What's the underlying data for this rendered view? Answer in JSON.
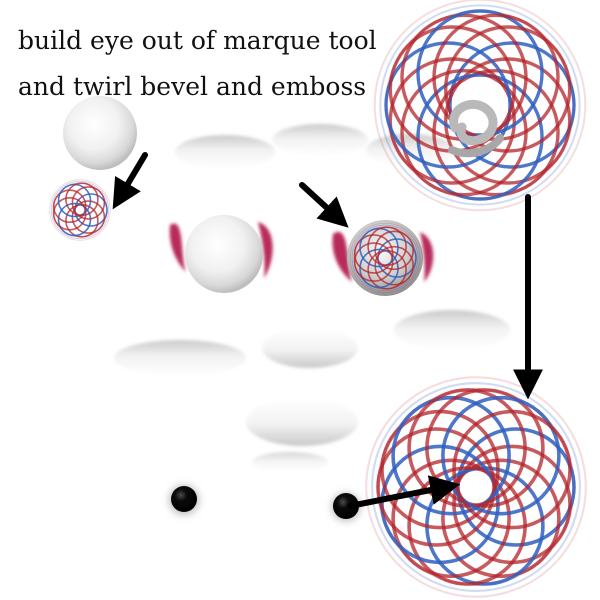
{
  "captions": {
    "line1": "build eye out of marque tool",
    "line2": "and twirl bevel and emboss"
  },
  "colors": {
    "background": "#ffffff",
    "twirl_red": "#b3232a",
    "twirl_blue": "#2f5fbf",
    "eyelid_accent": "#b8295c",
    "pupil": "#000000",
    "arrow": "#000000"
  },
  "icons": [
    "arrow-icon",
    "twirl-swirl",
    "sphere",
    "pupil"
  ]
}
